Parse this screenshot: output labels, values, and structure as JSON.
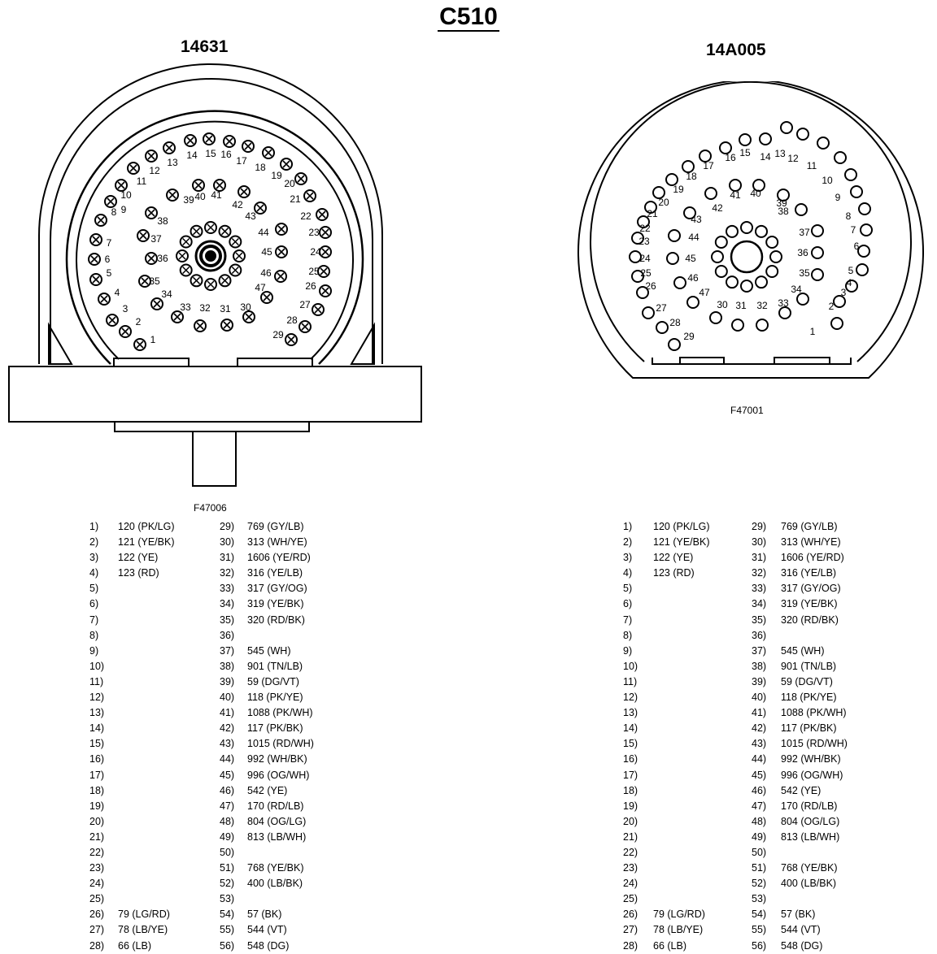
{
  "title": "C510",
  "left_connector": {
    "name": "14631",
    "figure_id": "F47006",
    "pins": [
      {
        "pin": "1)",
        "wire": "120 (PK/LG)"
      },
      {
        "pin": "2)",
        "wire": "121 (YE/BK)"
      },
      {
        "pin": "3)",
        "wire": "122 (YE)"
      },
      {
        "pin": "4)",
        "wire": "123 (RD)"
      },
      {
        "pin": "5)",
        "wire": ""
      },
      {
        "pin": "6)",
        "wire": ""
      },
      {
        "pin": "7)",
        "wire": ""
      },
      {
        "pin": "8)",
        "wire": ""
      },
      {
        "pin": "9)",
        "wire": ""
      },
      {
        "pin": "10)",
        "wire": ""
      },
      {
        "pin": "11)",
        "wire": ""
      },
      {
        "pin": "12)",
        "wire": ""
      },
      {
        "pin": "13)",
        "wire": ""
      },
      {
        "pin": "14)",
        "wire": ""
      },
      {
        "pin": "15)",
        "wire": ""
      },
      {
        "pin": "16)",
        "wire": ""
      },
      {
        "pin": "17)",
        "wire": ""
      },
      {
        "pin": "18)",
        "wire": ""
      },
      {
        "pin": "19)",
        "wire": ""
      },
      {
        "pin": "20)",
        "wire": ""
      },
      {
        "pin": "21)",
        "wire": ""
      },
      {
        "pin": "22)",
        "wire": ""
      },
      {
        "pin": "23)",
        "wire": ""
      },
      {
        "pin": "24)",
        "wire": ""
      },
      {
        "pin": "25)",
        "wire": ""
      },
      {
        "pin": "26)",
        "wire": "79 (LG/RD)"
      },
      {
        "pin": "27)",
        "wire": "78 (LB/YE)"
      },
      {
        "pin": "28)",
        "wire": "66 (LB)"
      }
    ],
    "pins_col2": [
      {
        "pin": "29)",
        "wire": "769 (GY/LB)"
      },
      {
        "pin": "30)",
        "wire": "313 (WH/YE)"
      },
      {
        "pin": "31)",
        "wire": "1606 (YE/RD)"
      },
      {
        "pin": "32)",
        "wire": "316 (YE/LB)"
      },
      {
        "pin": "33)",
        "wire": "317 (GY/OG)"
      },
      {
        "pin": "34)",
        "wire": "319 (YE/BK)"
      },
      {
        "pin": "35)",
        "wire": "320 (RD/BK)"
      },
      {
        "pin": "36)",
        "wire": ""
      },
      {
        "pin": "37)",
        "wire": "545 (WH)"
      },
      {
        "pin": "38)",
        "wire": "901 (TN/LB)"
      },
      {
        "pin": "39)",
        "wire": "59 (DG/VT)"
      },
      {
        "pin": "40)",
        "wire": "118 (PK/YE)"
      },
      {
        "pin": "41)",
        "wire": "1088 (PK/WH)"
      },
      {
        "pin": "42)",
        "wire": "117 (PK/BK)"
      },
      {
        "pin": "43)",
        "wire": "1015 (RD/WH)"
      },
      {
        "pin": "44)",
        "wire": "992 (WH/BK)"
      },
      {
        "pin": "45)",
        "wire": "996 (OG/WH)"
      },
      {
        "pin": "46)",
        "wire": "542 (YE)"
      },
      {
        "pin": "47)",
        "wire": "170 (RD/LB)"
      },
      {
        "pin": "48)",
        "wire": "804 (OG/LG)"
      },
      {
        "pin": "49)",
        "wire": "813 (LB/WH)"
      },
      {
        "pin": "50)",
        "wire": ""
      },
      {
        "pin": "51)",
        "wire": "768 (YE/BK)"
      },
      {
        "pin": "52)",
        "wire": "400 (LB/BK)"
      },
      {
        "pin": "53)",
        "wire": ""
      },
      {
        "pin": "54)",
        "wire": "57 (BK)"
      },
      {
        "pin": "55)",
        "wire": "544 (VT)"
      },
      {
        "pin": "56)",
        "wire": "548 (DG)"
      }
    ]
  },
  "right_connector": {
    "name": "14A005",
    "figure_id": "F47001",
    "pins": [
      {
        "pin": "1)",
        "wire": "120 (PK/LG)"
      },
      {
        "pin": "2)",
        "wire": "121 (YE/BK)"
      },
      {
        "pin": "3)",
        "wire": "122 (YE)"
      },
      {
        "pin": "4)",
        "wire": "123 (RD)"
      },
      {
        "pin": "5)",
        "wire": ""
      },
      {
        "pin": "6)",
        "wire": ""
      },
      {
        "pin": "7)",
        "wire": ""
      },
      {
        "pin": "8)",
        "wire": ""
      },
      {
        "pin": "9)",
        "wire": ""
      },
      {
        "pin": "10)",
        "wire": ""
      },
      {
        "pin": "11)",
        "wire": ""
      },
      {
        "pin": "12)",
        "wire": ""
      },
      {
        "pin": "13)",
        "wire": ""
      },
      {
        "pin": "14)",
        "wire": ""
      },
      {
        "pin": "15)",
        "wire": ""
      },
      {
        "pin": "16)",
        "wire": ""
      },
      {
        "pin": "17)",
        "wire": ""
      },
      {
        "pin": "18)",
        "wire": ""
      },
      {
        "pin": "19)",
        "wire": ""
      },
      {
        "pin": "20)",
        "wire": ""
      },
      {
        "pin": "21)",
        "wire": ""
      },
      {
        "pin": "22)",
        "wire": ""
      },
      {
        "pin": "23)",
        "wire": ""
      },
      {
        "pin": "24)",
        "wire": ""
      },
      {
        "pin": "25)",
        "wire": ""
      },
      {
        "pin": "26)",
        "wire": "79 (LG/RD)"
      },
      {
        "pin": "27)",
        "wire": "78 (LB/YE)"
      },
      {
        "pin": "28)",
        "wire": "66 (LB)"
      }
    ],
    "pins_col2": [
      {
        "pin": "29)",
        "wire": "769 (GY/LB)"
      },
      {
        "pin": "30)",
        "wire": "313 (WH/YE)"
      },
      {
        "pin": "31)",
        "wire": "1606 (YE/RD)"
      },
      {
        "pin": "32)",
        "wire": "316 (YE/LB)"
      },
      {
        "pin": "33)",
        "wire": "317 (GY/OG)"
      },
      {
        "pin": "34)",
        "wire": "319 (YE/BK)"
      },
      {
        "pin": "35)",
        "wire": "320 (RD/BK)"
      },
      {
        "pin": "36)",
        "wire": ""
      },
      {
        "pin": "37)",
        "wire": "545 (WH)"
      },
      {
        "pin": "38)",
        "wire": "901 (TN/LB)"
      },
      {
        "pin": "39)",
        "wire": "59 (DG/VT)"
      },
      {
        "pin": "40)",
        "wire": "118 (PK/YE)"
      },
      {
        "pin": "41)",
        "wire": "1088 (PK/WH)"
      },
      {
        "pin": "42)",
        "wire": "117 (PK/BK)"
      },
      {
        "pin": "43)",
        "wire": "1015 (RD/WH)"
      },
      {
        "pin": "44)",
        "wire": "992 (WH/BK)"
      },
      {
        "pin": "45)",
        "wire": "996 (OG/WH)"
      },
      {
        "pin": "46)",
        "wire": "542 (YE)"
      },
      {
        "pin": "47)",
        "wire": "170 (RD/LB)"
      },
      {
        "pin": "48)",
        "wire": "804 (OG/LG)"
      },
      {
        "pin": "49)",
        "wire": "813 (LB/WH)"
      },
      {
        "pin": "50)",
        "wire": ""
      },
      {
        "pin": "51)",
        "wire": "768 (YE/BK)"
      },
      {
        "pin": "52)",
        "wire": "400 (LB/BK)"
      },
      {
        "pin": "53)",
        "wire": ""
      },
      {
        "pin": "54)",
        "wire": "57 (BK)"
      },
      {
        "pin": "55)",
        "wire": "544 (VT)"
      },
      {
        "pin": "56)",
        "wire": "548 (DG)"
      }
    ]
  },
  "left_diagram_pins": [
    "1",
    "2",
    "3",
    "4",
    "5",
    "6",
    "7",
    "8",
    "9",
    "10",
    "11",
    "12",
    "13",
    "14",
    "15",
    "16",
    "17",
    "18",
    "19",
    "20",
    "21",
    "22",
    "23",
    "24",
    "25",
    "26",
    "27",
    "28",
    "29",
    "30",
    "31",
    "32",
    "33",
    "34",
    "35",
    "36",
    "37",
    "38",
    "39",
    "40",
    "41",
    "42",
    "43",
    "44",
    "45",
    "46",
    "47"
  ],
  "right_diagram_pins": [
    "1",
    "2",
    "3",
    "4",
    "5",
    "6",
    "7",
    "8",
    "9",
    "10",
    "11",
    "12",
    "13",
    "14",
    "15",
    "16",
    "17",
    "18",
    "19",
    "20",
    "21",
    "22",
    "23",
    "24",
    "25",
    "26",
    "27",
    "28",
    "29",
    "30",
    "31",
    "32",
    "33",
    "34",
    "35",
    "36",
    "37",
    "38",
    "39",
    "40",
    "41",
    "42",
    "43",
    "44",
    "45",
    "46",
    "47"
  ]
}
